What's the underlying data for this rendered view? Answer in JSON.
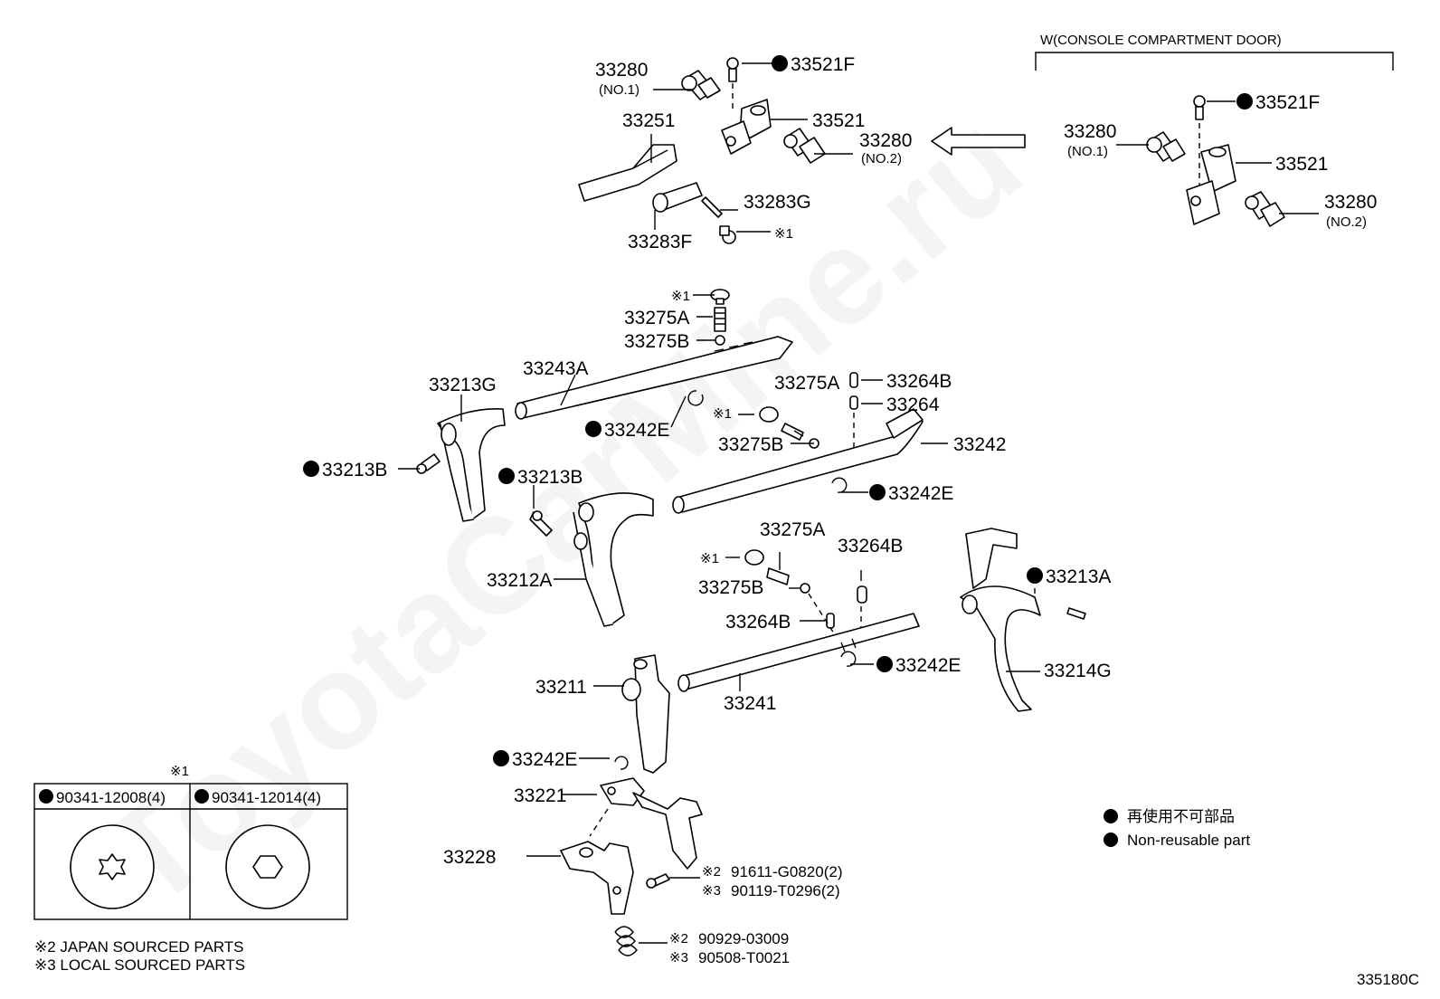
{
  "diagram": {
    "variant_label": "W(CONSOLE COMPARTMENT DOOR)",
    "drawing_number": "335180C",
    "watermark": "ToyotaCarMine.ru"
  },
  "labels": {
    "p33280_no1": "33280",
    "p33280_no1_sub": "(NO.1)",
    "p33521F_top": "33521F",
    "p33251": "33251",
    "p33521": "33521",
    "p33280_no2": "33280",
    "p33280_no2_sub": "(NO.2)",
    "p33283G": "33283G",
    "p33283F": "33283F",
    "ref1_a": "※1",
    "r_33280_no1": "33280",
    "r_33280_no1_sub": "(NO.1)",
    "r_33521F": "33521F",
    "r_33521": "33521",
    "r_33280_no2": "33280",
    "r_33280_no2_sub": "(NO.2)",
    "ref1_b": "※1",
    "p33275A_a": "33275A",
    "p33275B_a": "33275B",
    "p33243A": "33243A",
    "p33213G": "33213G",
    "p33242E_a": "33242E",
    "p33213B_left": "33213B",
    "p33213B_mid": "33213B",
    "ref1_c": "※1",
    "p33275A_b": "33275A",
    "p33264B_a": "33264B",
    "p33264": "33264",
    "p33275B_b": "33275B",
    "p33242": "33242",
    "p33242E_b": "33242E",
    "p33212A": "33212A",
    "p33275A_c": "33275A",
    "p33264B_b": "33264B",
    "ref1_d": "※1",
    "p33275B_c": "33275B",
    "p33264B_c": "33264B",
    "p33213A": "33213A",
    "p33214G": "33214G",
    "p33242E_c": "33242E",
    "p33211": "33211",
    "p33241": "33241",
    "p33242E_d": "33242E",
    "p33221": "33221",
    "p33228": "33228",
    "ref2_bolt": "※2",
    "bolt_jp": "91611-G0820(2)",
    "ref3_bolt": "※3",
    "bolt_local": "90119-T0296(2)",
    "ref2_spring": "※2",
    "spring_jp": "90929-03009",
    "ref3_spring": "※3",
    "spring_local": "90508-T0021"
  },
  "inset": {
    "title": "※1",
    "col1": "90341-12008(4)",
    "col2": "90341-12014(4)"
  },
  "legend": {
    "line1": "再使用不可部品",
    "line2": "Non-reusable part"
  },
  "footnotes": {
    "note2": "※2 JAPAN SOURCED PARTS",
    "note3": "※3 LOCAL SOURCED PARTS"
  }
}
